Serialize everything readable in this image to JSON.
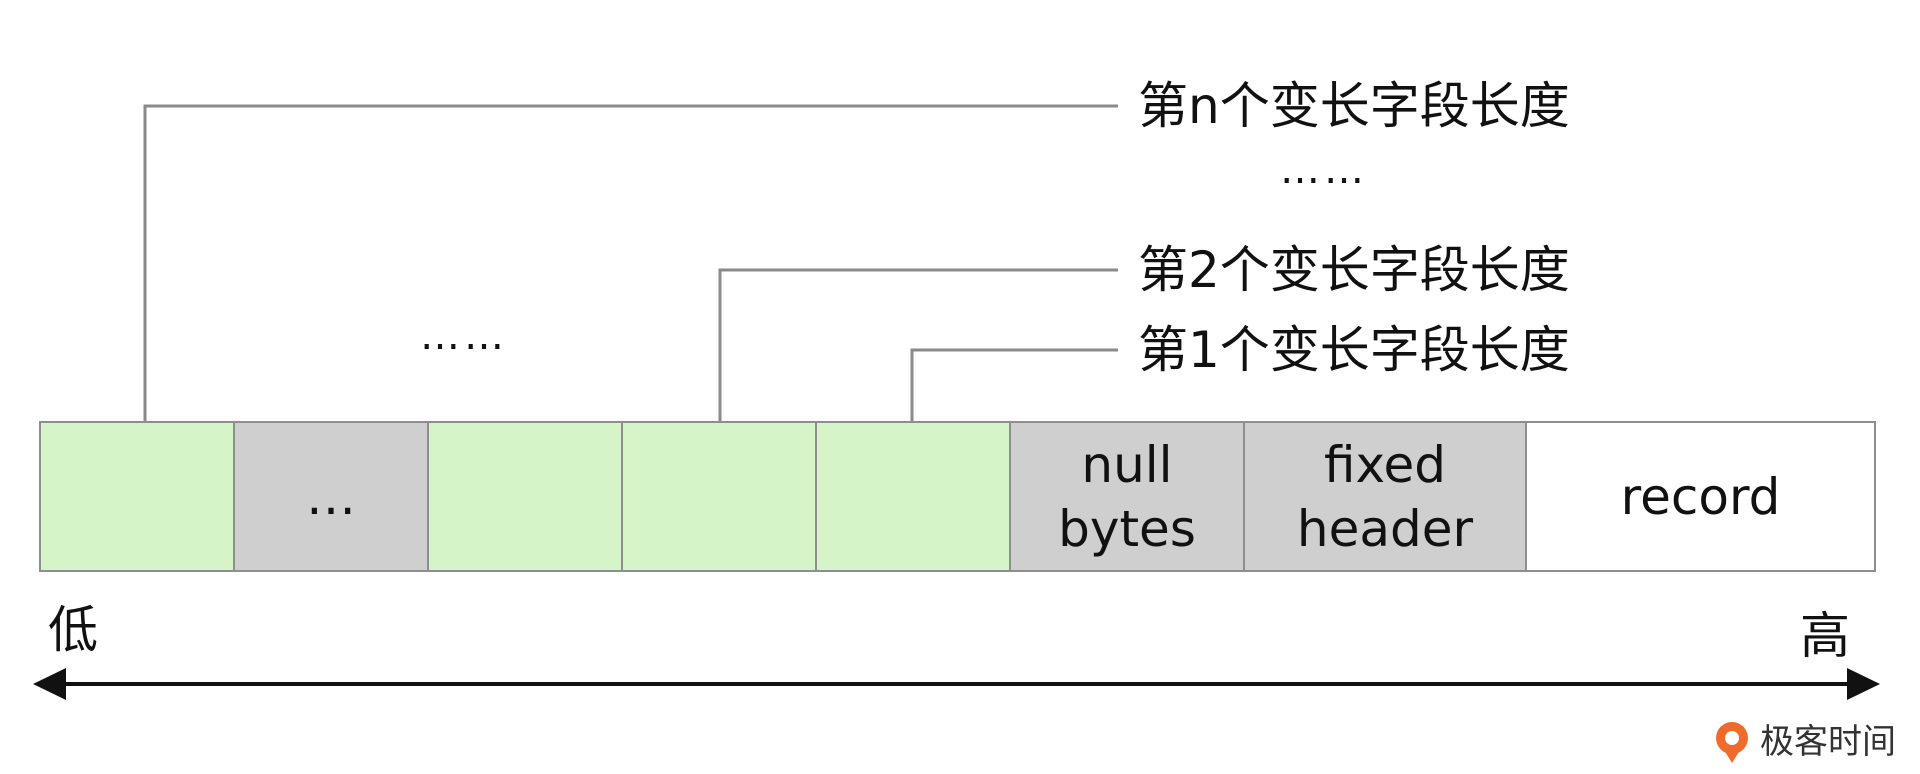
{
  "labels": {
    "field_n": "第n个变长字段长度",
    "mid_dots": "……",
    "field_2": "第2个变长字段长度",
    "field_1": "第1个变长字段长度",
    "left_dots": "……"
  },
  "cells": [
    {
      "text": "",
      "color": "#d5f5c9"
    },
    {
      "text": "…",
      "color": "#cfcfcf"
    },
    {
      "text": "",
      "color": "#d5f5c9"
    },
    {
      "text": "",
      "color": "#d5f5c9"
    },
    {
      "text": "",
      "color": "#d5f5c9"
    },
    {
      "line1": "null",
      "line2": "bytes",
      "color": "#cfcfcf"
    },
    {
      "line1": "fixed",
      "line2": "header",
      "color": "#cfcfcf"
    },
    {
      "text": "record",
      "color": "#ffffff"
    }
  ],
  "axis": {
    "low": "低",
    "high": "高"
  },
  "brand": {
    "name": "极客时间",
    "icon": "geektime-logo-icon",
    "accent": "#f06a2b"
  }
}
